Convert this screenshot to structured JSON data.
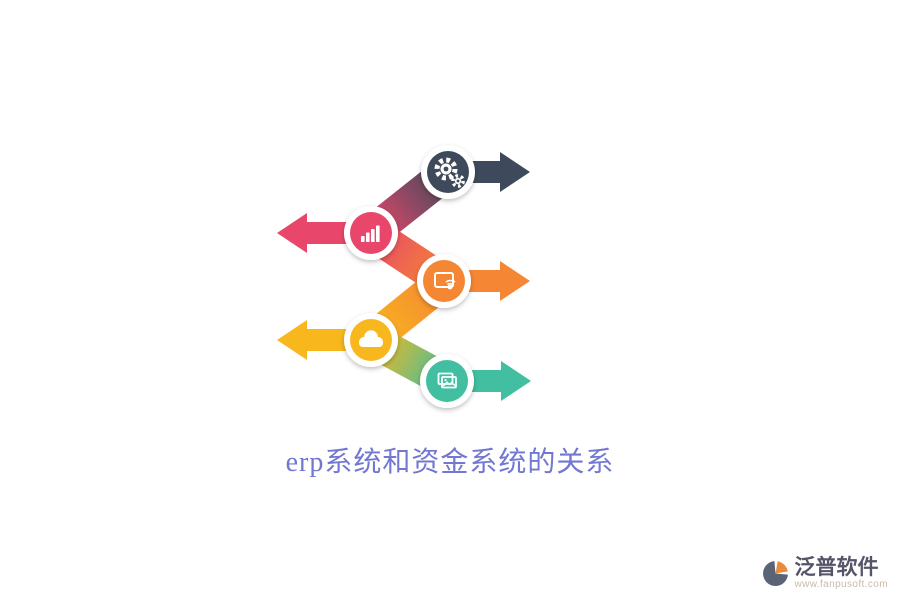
{
  "caption": {
    "text": "erp系统和资金系统的关系",
    "color": "#7277d1"
  },
  "diagram": {
    "steps": [
      {
        "icon": "gear-icon",
        "color": "#3e4a5b",
        "direction": "right"
      },
      {
        "icon": "bar-chart-icon",
        "color": "#e8476b",
        "direction": "left"
      },
      {
        "icon": "touch-screen-icon",
        "color": "#f58634",
        "direction": "right"
      },
      {
        "icon": "cloud-icon",
        "color": "#f8b71d",
        "direction": "left"
      },
      {
        "icon": "images-icon",
        "color": "#41bfa0",
        "direction": "right"
      }
    ]
  },
  "footer": {
    "brand": "泛普软件",
    "url": "www.fanpusoft.com",
    "brand_color": "#555569",
    "url_color": "#c9bbaa",
    "logo_gray": "#5b6377",
    "accent_color": "#e98a3c"
  }
}
